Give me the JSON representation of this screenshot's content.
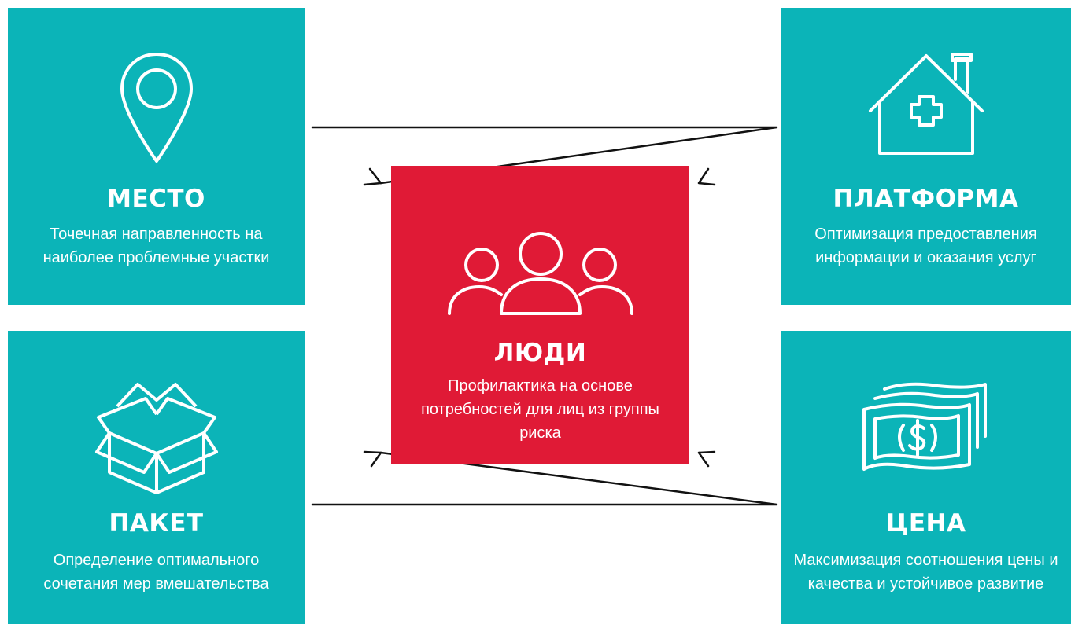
{
  "center": {
    "title": "ЛЮДИ",
    "description": "Профилактика на основе потребностей для лиц из группы риска",
    "icon": "people-group-icon",
    "color": "#e01a36"
  },
  "place": {
    "title": "МЕСТО",
    "description": "Точечная направленность на наиболее проблемные участки",
    "icon": "location-pin-icon"
  },
  "platform": {
    "title": "ПЛАТФОРМА",
    "description": "Оптимизация предоставления информации и оказания услуг",
    "icon": "house-medical-cross-icon"
  },
  "package": {
    "title": "ПАКЕТ",
    "description": "Определение оптимального сочетания мер вмешательства",
    "icon": "open-box-icon"
  },
  "price": {
    "title": "ЦЕНА",
    "description": "Максимизация соотношения цены и качества и устойчивое развитие",
    "icon": "banknotes-dollar-icon"
  },
  "colors": {
    "teal": "#0bb4b8",
    "red": "#e01a36",
    "arrow": "#111111",
    "text": "#ffffff"
  }
}
